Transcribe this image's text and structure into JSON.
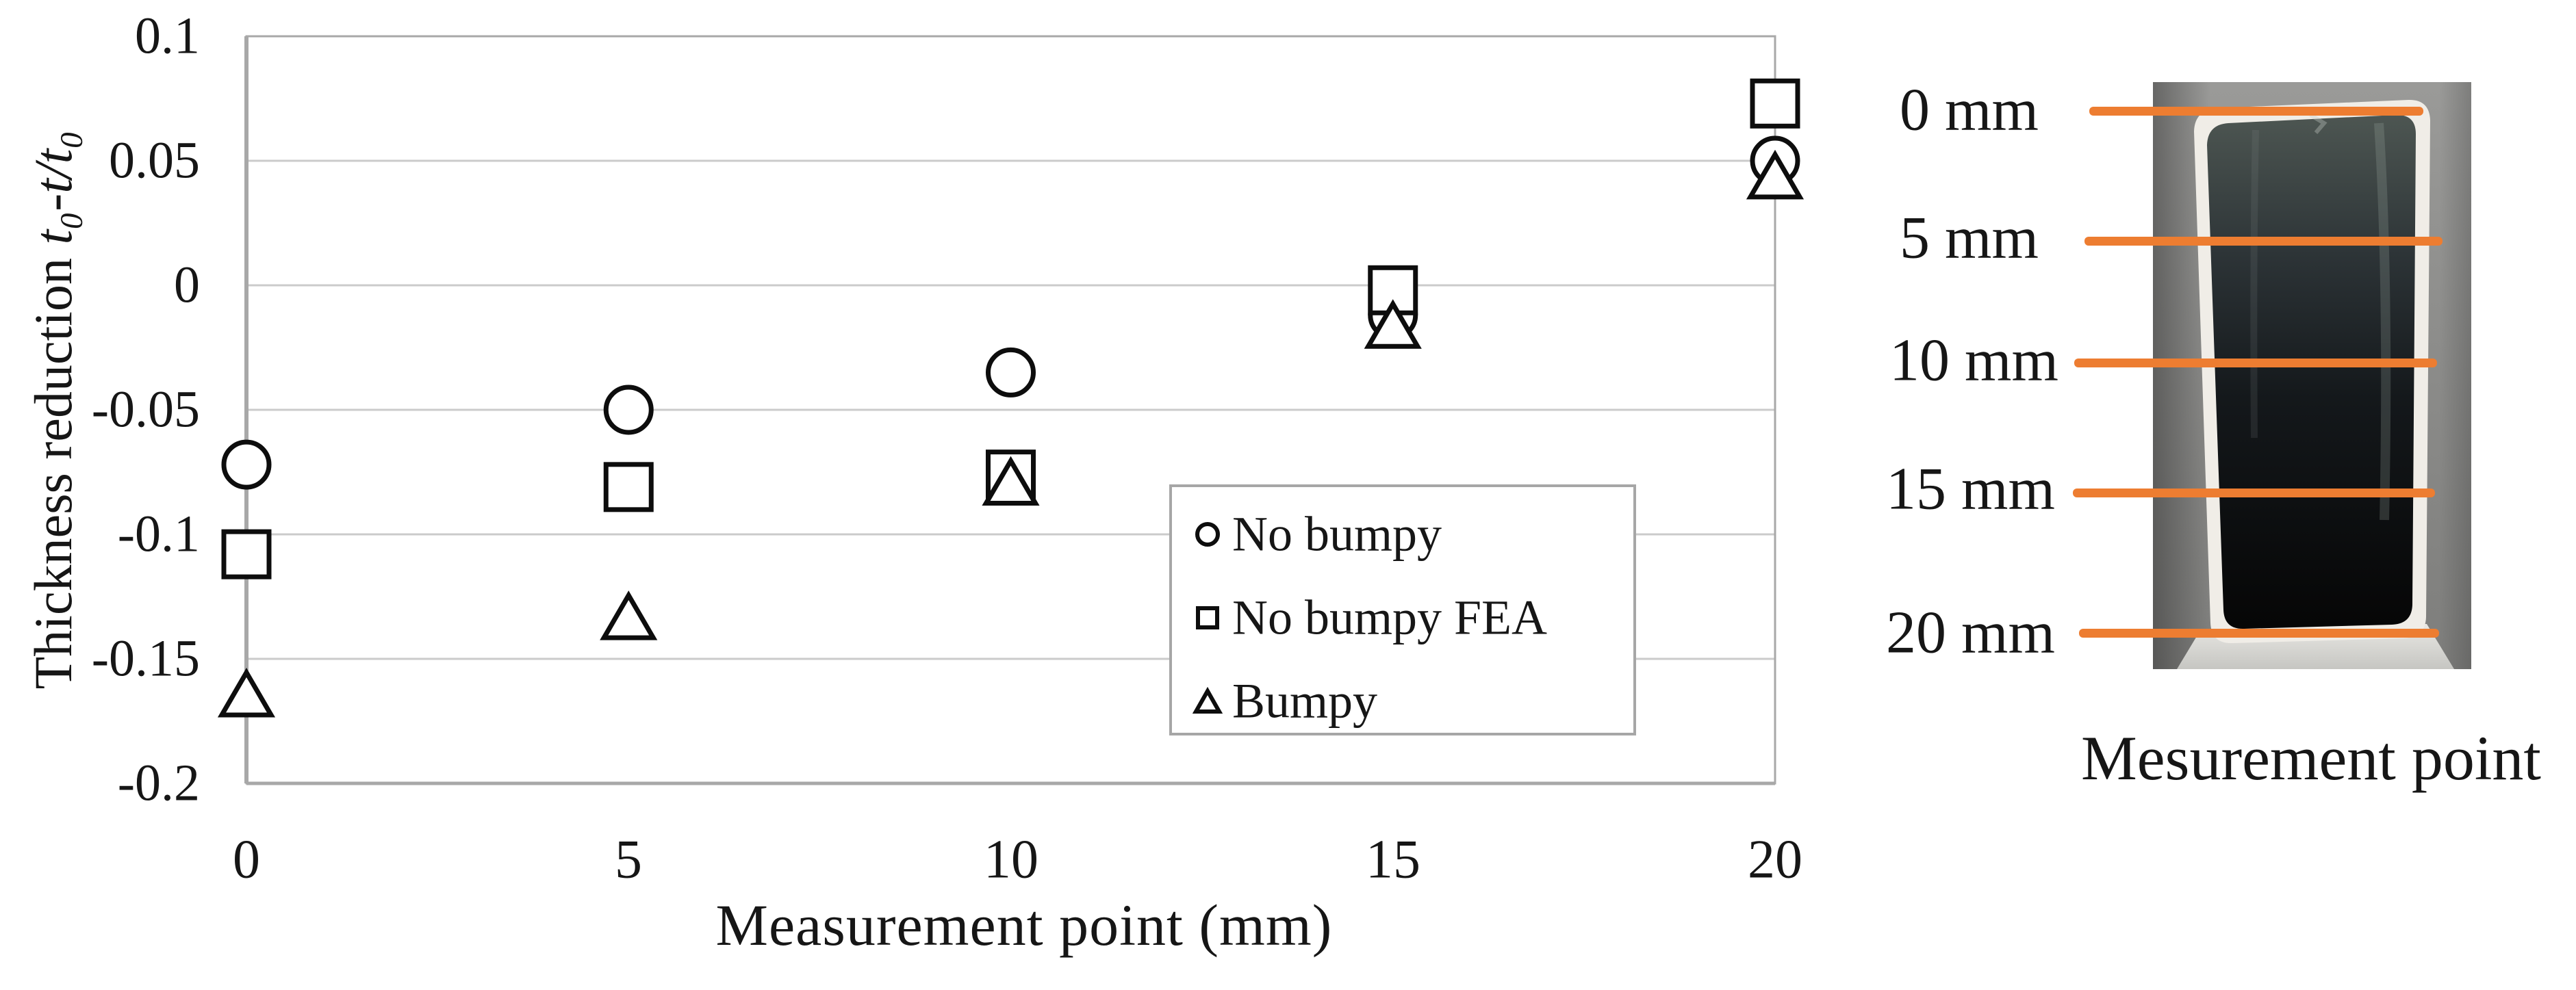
{
  "chart_data": {
    "type": "scatter",
    "x": [
      0,
      5,
      10,
      15,
      20
    ],
    "series": [
      {
        "name": "No bumpy",
        "marker": "circle",
        "values": [
          -0.072,
          -0.05,
          -0.035,
          -0.012,
          0.05
        ]
      },
      {
        "name": "No bumpy FEA",
        "marker": "square",
        "values": [
          -0.108,
          -0.081,
          -0.076,
          -0.002,
          0.073
        ]
      },
      {
        "name": "Bumpy",
        "marker": "triangle",
        "values": [
          -0.164,
          -0.133,
          -0.079,
          -0.016,
          0.044
        ]
      }
    ],
    "xlabel": "Measurement point (mm)",
    "ylabel_text": "Thickness reduction",
    "ylabel_math": "t₀-t/t₀",
    "xlim": [
      0,
      20
    ],
    "ylim": [
      -0.2,
      0.1
    ],
    "xticks": [
      "0",
      "5",
      "10",
      "15",
      "20"
    ],
    "yticks": [
      "0.1",
      "0.05",
      "0",
      "-0.05",
      "-0.1",
      "-0.15",
      "-0.2"
    ],
    "grid": true,
    "legend_position": "inside-bottom-right",
    "marker_color": "#0d0d0d",
    "grid_color": "#cbcbcb",
    "border_color": "#a8a8a8"
  },
  "legend": {
    "items": [
      {
        "label": "No bumpy",
        "icon": "circle-marker-icon"
      },
      {
        "label": "No bumpy FEA",
        "icon": "square-marker-icon"
      },
      {
        "label": "Bumpy",
        "icon": "triangle-marker-icon"
      }
    ]
  },
  "specimen": {
    "labels": [
      "0 mm",
      "5 mm",
      "10 mm",
      "15 mm",
      "20 mm"
    ],
    "caption": "Mesurement point",
    "line_color": "#ED7D31"
  }
}
